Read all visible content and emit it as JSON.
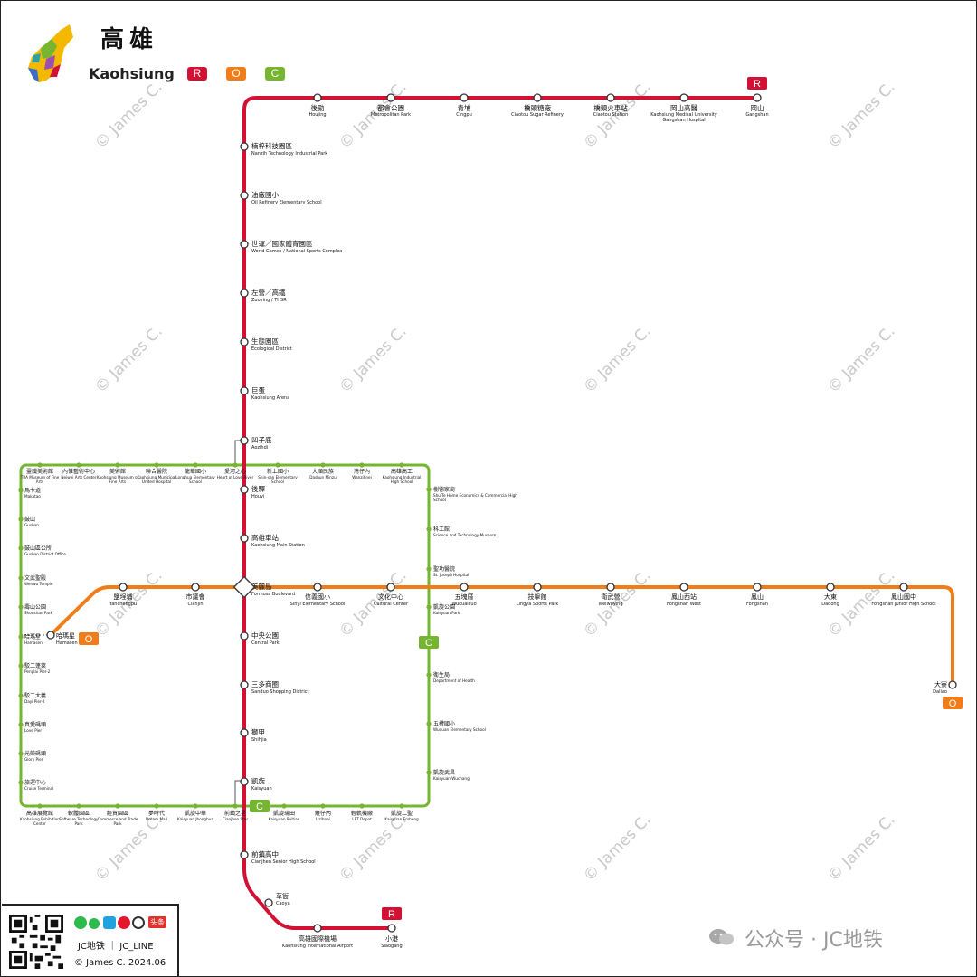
{
  "title": {
    "cn": "高雄",
    "en": "Kaohsiung"
  },
  "lines": [
    {
      "code": "R",
      "color": "#d31135"
    },
    {
      "code": "O",
      "color": "#f07d19"
    },
    {
      "code": "C",
      "color": "#75b52f"
    }
  ],
  "watermark": "© James C.",
  "credit": {
    "line1": "JC地铁  ｜ JC_LINE",
    "line2": "© James C.   2024.06",
    "social_badge": "头条"
  },
  "wechat": {
    "icon": "wechat-icon",
    "text": "公众号 · JC地铁"
  },
  "stations": {
    "red": [
      {
        "cn": "岡山",
        "en": "Gangshan"
      },
      {
        "cn": "岡山高醫",
        "en": "Kaohsiung Medical University Gangshan Hospital"
      },
      {
        "cn": "橋頭火車站",
        "en": "Ciaotou Station"
      },
      {
        "cn": "橋頭糖廠",
        "en": "Ciaotou Sugar Refinery"
      },
      {
        "cn": "青埔",
        "en": "Cingpu"
      },
      {
        "cn": "都會公園",
        "en": "Metropolitan Park"
      },
      {
        "cn": "後勁",
        "en": "Houjing"
      },
      {
        "cn": "楠梓科技園區",
        "en": "Nanzih Technology Industrial Park"
      },
      {
        "cn": "油廠國小",
        "en": "Oil Refinery Elementary School"
      },
      {
        "cn": "世運／國家體育園區",
        "en": "World Games / National Sports Complex"
      },
      {
        "cn": "左營／高鐵",
        "en": "Zuoying / THSR"
      },
      {
        "cn": "生態園區",
        "en": "Ecological District"
      },
      {
        "cn": "巨蛋",
        "en": "Kaohsiung Arena"
      },
      {
        "cn": "凹子底",
        "en": "Aozihdi"
      },
      {
        "cn": "後驛",
        "en": "Houyi"
      },
      {
        "cn": "高雄車站",
        "en": "Kaohsiung Main Station"
      },
      {
        "cn": "美麗島",
        "en": "Formosa Boulevard"
      },
      {
        "cn": "中央公園",
        "en": "Central Park"
      },
      {
        "cn": "三多商圈",
        "en": "Sanduo Shopping District"
      },
      {
        "cn": "獅甲",
        "en": "Shihjia"
      },
      {
        "cn": "凱旋",
        "en": "Kaisyuan"
      },
      {
        "cn": "前鎮高中",
        "en": "Cianjhen Senior High School"
      },
      {
        "cn": "草衙",
        "en": "Caoya"
      },
      {
        "cn": "高雄國際機場",
        "en": "Kaohsiung International Airport"
      },
      {
        "cn": "小港",
        "en": "Siaogang"
      }
    ],
    "orange": [
      {
        "cn": "哈瑪星",
        "en": "Hamasen"
      },
      {
        "cn": "鹽埕埔",
        "en": "Yanchengpu"
      },
      {
        "cn": "市議會",
        "en": "Cianjin"
      },
      {
        "cn": "信義國小",
        "en": "Sinyi Elementary School"
      },
      {
        "cn": "文化中心",
        "en": "Cultural Center"
      },
      {
        "cn": "五塊厝",
        "en": "Wukuaicuo"
      },
      {
        "cn": "技擊館",
        "en": "Lingya Sports Park"
      },
      {
        "cn": "衛武營",
        "en": "Weiwuying"
      },
      {
        "cn": "鳳山西站",
        "en": "Fongshan West"
      },
      {
        "cn": "鳳山",
        "en": "Fongshan"
      },
      {
        "cn": "大東",
        "en": "Dadong"
      },
      {
        "cn": "鳳山國中",
        "en": "Fongshan Junior High School"
      },
      {
        "cn": "大寮",
        "en": "Daliao"
      }
    ],
    "circular_top": [
      {
        "cn": "臺鐵美術館",
        "en": "TRA Museum of Fine Arts"
      },
      {
        "cn": "內惟藝術中心",
        "en": "Neiwei Arts Center"
      },
      {
        "cn": "美術館",
        "en": "Kaohsiung Museum of Fine Arts"
      },
      {
        "cn": "聯合醫院",
        "en": "Kaohsiung Municipal United Hospital"
      },
      {
        "cn": "龍華國小",
        "en": "Longhua Elementary School"
      },
      {
        "cn": "愛河之心",
        "en": "Heart of Love River"
      },
      {
        "cn": "新上國小",
        "en": "Shin-san Elementary School"
      },
      {
        "cn": "大順民族",
        "en": "Dashun Minzu"
      },
      {
        "cn": "灣仔內",
        "en": "Wanzihnei"
      },
      {
        "cn": "高雄高工",
        "en": "Kaohsiung Industrial High School"
      }
    ],
    "circular_right": [
      {
        "cn": "樹德家商",
        "en": "Shu-Te Home Economics & Commercial High School"
      },
      {
        "cn": "科工館",
        "en": "Science and Technology Museum"
      },
      {
        "cn": "聖功醫院",
        "en": "St. Joseph Hospital"
      },
      {
        "cn": "凱旋公園",
        "en": "Kaisyuan Park"
      },
      {
        "cn": "衛生局",
        "en": "Department of Health"
      },
      {
        "cn": "五權國小",
        "en": "Wuquan Elementary School"
      },
      {
        "cn": "凱旋武昌",
        "en": "Kaisyuan Wuchang"
      }
    ],
    "circular_left": [
      {
        "cn": "馬卡道",
        "en": "Makatao"
      },
      {
        "cn": "鼓山",
        "en": "Gushan"
      },
      {
        "cn": "鼓山區公所",
        "en": "Gushan District Office"
      },
      {
        "cn": "文武聖殿",
        "en": "Wenwu Temple"
      },
      {
        "cn": "壽山公園",
        "en": "Shoushan Park"
      },
      {
        "cn": "哈瑪星",
        "en": "Hamasen"
      },
      {
        "cn": "駁二蓬萊",
        "en": "Penglai Pier-2"
      },
      {
        "cn": "駁二大義",
        "en": "Dayi Pier-2"
      },
      {
        "cn": "真愛碼頭",
        "en": "Love Pier"
      },
      {
        "cn": "光榮碼頭",
        "en": "Glory Pier"
      },
      {
        "cn": "旅運中心",
        "en": "Cruise Terminal"
      }
    ],
    "circular_bottom": [
      {
        "cn": "高雄展覽館",
        "en": "Kaohsiung Exhibition Center"
      },
      {
        "cn": "軟體園區",
        "en": "Software Technology Park"
      },
      {
        "cn": "經貿園區",
        "en": "Commerce and Trade Park"
      },
      {
        "cn": "夢時代",
        "en": "Dream Mall"
      },
      {
        "cn": "凱旋中華",
        "en": "Kaisyuan Jhonghua"
      },
      {
        "cn": "前鎮之星",
        "en": "Cianjhen Star"
      },
      {
        "cn": "凱旋瑞田",
        "en": "Kaisyuan Ruitian"
      },
      {
        "cn": "籬仔內",
        "en": "Lizihnei"
      },
      {
        "cn": "輕軌機廠",
        "en": "LRT Depot"
      },
      {
        "cn": "凱旋二聖",
        "en": "Kaisyuan Ersheng"
      }
    ]
  }
}
